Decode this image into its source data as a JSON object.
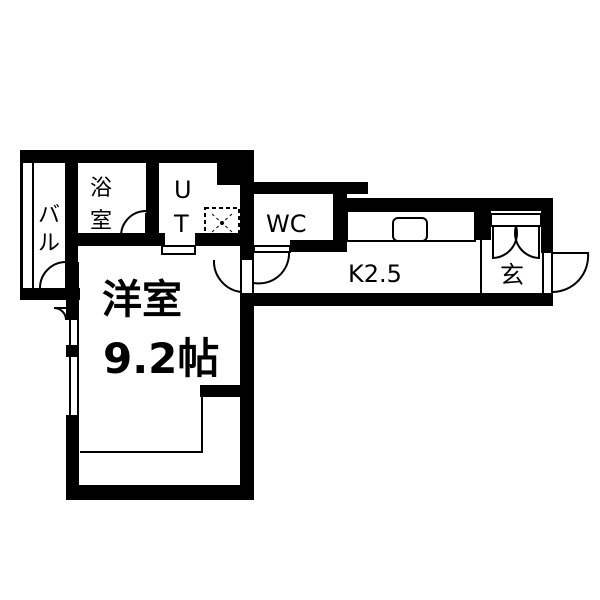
{
  "floor_plan": {
    "colors": {
      "wall": "#000000",
      "background": "#ffffff"
    },
    "rooms": {
      "balcony": {
        "label": "バル"
      },
      "bath": {
        "label_line1": "浴",
        "label_line2": "室"
      },
      "utility": {
        "label_line1": "U",
        "label_line2": "T"
      },
      "toilet": {
        "label": "WC"
      },
      "kitchen": {
        "label": "K2.5"
      },
      "entrance": {
        "label": "玄"
      },
      "western_room": {
        "label_line1": "洋室",
        "label_line2": "9.2帖"
      }
    }
  }
}
